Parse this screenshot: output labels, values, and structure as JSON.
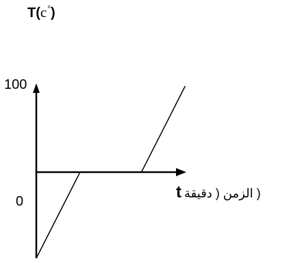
{
  "chart_data": {
    "type": "line",
    "ylabel": {
      "symbol": "T(",
      "unit": "c",
      "degree": "°",
      "close": ")"
    },
    "xlabel": {
      "symbol": "t",
      "arabic": "( الزمن ( دقيقة"
    },
    "y_tick_labels": [
      "100",
      "0"
    ],
    "y_ticks": [
      100,
      0
    ],
    "x": [
      0,
      5,
      12,
      17
    ],
    "series": [
      {
        "values": [
          -100,
          0,
          0,
          100
        ]
      }
    ],
    "xlim": [
      0,
      19
    ],
    "ylim": [
      -100,
      100
    ],
    "grid": false
  }
}
